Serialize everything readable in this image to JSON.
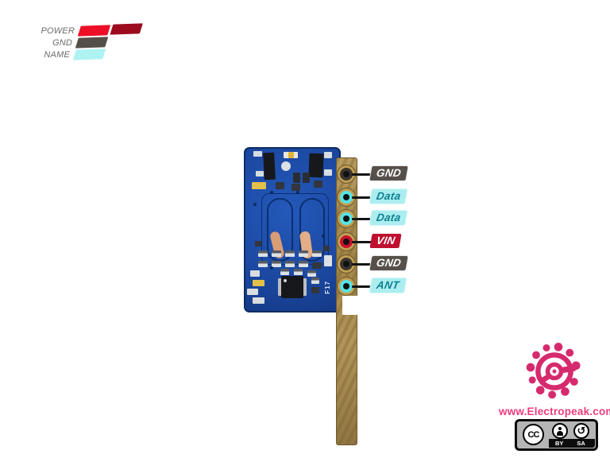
{
  "legend": {
    "items": [
      {
        "label": "POWER",
        "swatches": [
          "#ec0f26",
          "#9c0c1e"
        ]
      },
      {
        "label": "GND",
        "swatches": [
          "#564f48"
        ]
      },
      {
        "label": "NAME",
        "swatches": [
          "#aef2f2"
        ]
      }
    ]
  },
  "pinout": {
    "pins": [
      {
        "label": "GND",
        "type": "gnd"
      },
      {
        "label": "Data",
        "type": "signal"
      },
      {
        "label": "Data",
        "type": "signal"
      },
      {
        "label": "VIN",
        "type": "power"
      },
      {
        "label": "GND",
        "type": "gnd"
      },
      {
        "label": "ANT",
        "type": "signal"
      }
    ]
  },
  "module": {
    "silkscreen": "F17"
  },
  "branding": {
    "website": "www.Electropeak.com"
  },
  "license": {
    "cc": "CC",
    "by": "BY",
    "sa": "SA"
  },
  "colors": {
    "power": "#ec0f26",
    "power_dark": "#9c0c1e",
    "gnd": "#564f48",
    "name": "#aef2f2",
    "pin_signal_ring": "#55e3e6",
    "pin_power_ring": "#c8102e",
    "pcb_blue": "#1c4aa4",
    "brand_pink": "#d62a6e",
    "website_pink": "#ee3d7c"
  }
}
